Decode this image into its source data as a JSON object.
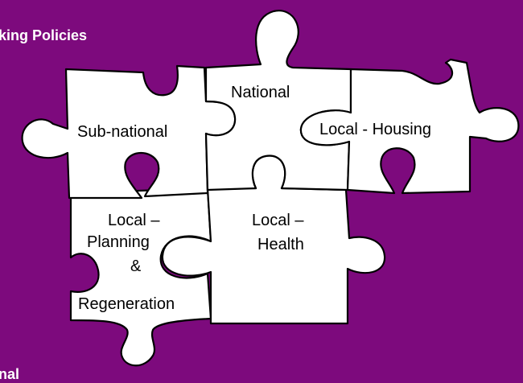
{
  "heading": "king Policies",
  "footer": "nal",
  "pieces": {
    "national": "National",
    "sub_national": "Sub-national",
    "local_housing": "Local - Housing",
    "planning_line1": "Local –",
    "planning_line2": "Planning",
    "planning_line3": "&",
    "planning_line4": "Regeneration",
    "health_line1": "Local –",
    "health_line2": "Health"
  },
  "colors": {
    "background": "#7d0a7d",
    "piece": "#ffffff",
    "outline": "#000000"
  }
}
